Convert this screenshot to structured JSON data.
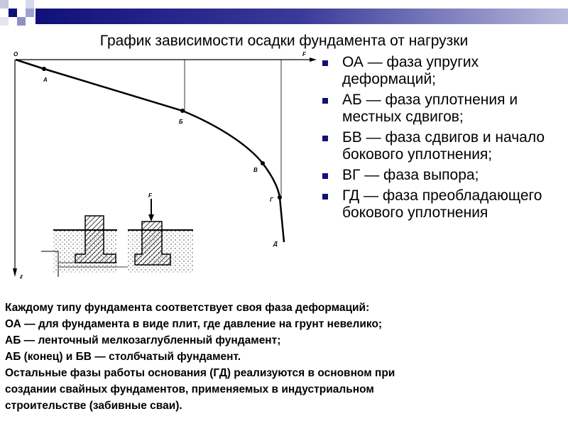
{
  "title": "График зависимости осадки фундамента от нагрузки",
  "graph": {
    "axis_labels": {
      "origin": "O",
      "x": "F",
      "y": "z"
    },
    "points": [
      "А",
      "Б",
      "В",
      "Г",
      "Д"
    ],
    "force_label": "F"
  },
  "bullets": [
    "ОА — фаза упругих деформаций;",
    "АБ — фаза уплотнения и местных сдвигов;",
    "БВ — фаза сдвигов и начало бокового уплотнения;",
    "ВГ — фаза выпора;",
    "ГД — фаза преобладающего бокового уплотнения"
  ],
  "bottom_lines": [
    "Каждому типу фундамента соответствует своя фаза деформаций:",
    "ОА — для фундамента в виде плит, где давление на грунт невелико;",
    "АБ — ленточный мелкозаглубленный фундамент;",
    "АБ (конец) и БВ — столбчатый фундамент.",
    "Остальные фазы работы основания (ГД) реализуются в основном при",
    "создании свайных фундаментов, применяемых в индустриальном",
    "строительстве (забивные сваи)."
  ],
  "colors": {
    "accent": "#10107a"
  }
}
